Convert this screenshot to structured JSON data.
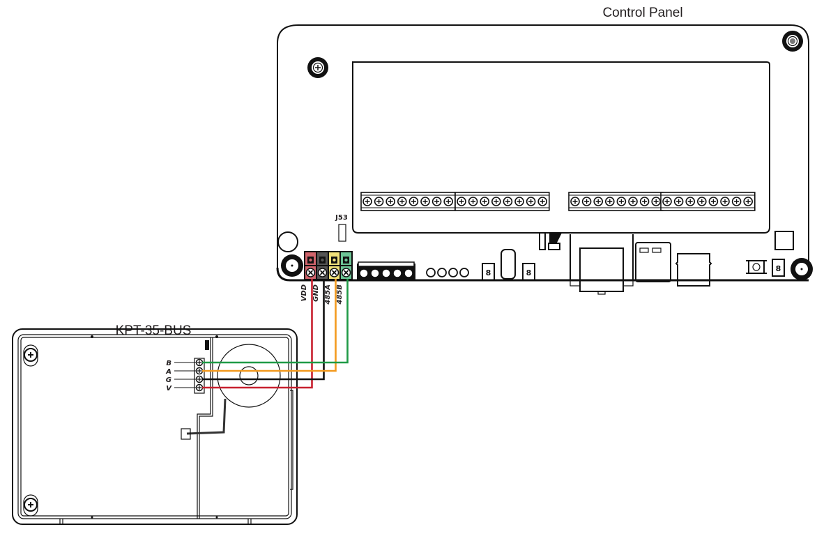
{
  "control_panel": {
    "title": "Control Panel",
    "connector_label": "J53",
    "terminal_pins": [
      {
        "label": "VDD",
        "color": "#d1646c"
      },
      {
        "label": "GND",
        "color": "#555555"
      },
      {
        "label": "485A",
        "color": "#efe07a"
      },
      {
        "label": "485B",
        "color": "#6cc495"
      }
    ],
    "terminal_block_screw_counts": [
      8,
      8,
      8,
      8
    ]
  },
  "keypad": {
    "title": "KPT-35-BUS",
    "terminal_labels": [
      "B",
      "A",
      "G",
      "V"
    ]
  },
  "wires": [
    {
      "from": "VDD",
      "to": "V",
      "color": "#c8202f"
    },
    {
      "from": "GND",
      "to": "G",
      "color": "#111111"
    },
    {
      "from": "485A",
      "to": "A",
      "color": "#f39a1e"
    },
    {
      "from": "485B",
      "to": "B",
      "color": "#1f9a46"
    }
  ]
}
